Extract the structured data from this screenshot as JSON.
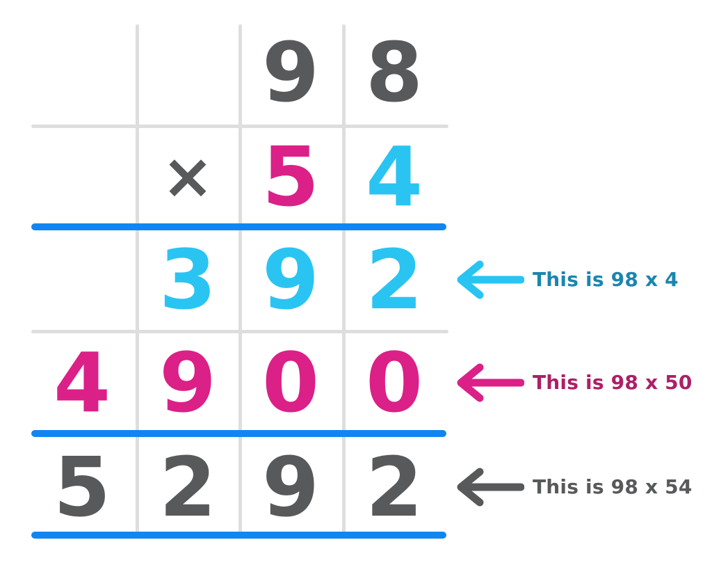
{
  "colors": {
    "bg": "#ffffff",
    "gray": "#58595B",
    "grid": "#DEDEDE",
    "blue": "#1186F2",
    "cyan": "#29C4F2",
    "teal": "#1B86AE",
    "pink": "#DB2088",
    "darkpink": "#AC2066"
  },
  "problem": {
    "rows": [
      {
        "name": "multiplicand",
        "cells": [
          {
            "digit": "9"
          },
          {
            "digit": "8"
          }
        ]
      },
      {
        "name": "multiplier",
        "cells": [
          {
            "digit": "×"
          },
          {
            "digit": "5"
          },
          {
            "digit": "4"
          }
        ]
      },
      {
        "name": "partial-product-1",
        "cells": [
          {
            "digit": "3"
          },
          {
            "digit": "9"
          },
          {
            "digit": "2"
          }
        ]
      },
      {
        "name": "partial-product-2",
        "cells": [
          {
            "digit": "4"
          },
          {
            "digit": "9"
          },
          {
            "digit": "0"
          },
          {
            "digit": "0"
          }
        ]
      },
      {
        "name": "final-product",
        "cells": [
          {
            "digit": "5"
          },
          {
            "digit": "2"
          },
          {
            "digit": "9"
          },
          {
            "digit": "2"
          }
        ]
      }
    ]
  },
  "annotations": [
    {
      "label": "This is 98 x 4"
    },
    {
      "label": "This is 98 x 50"
    },
    {
      "label": "This is 98 x 54"
    }
  ]
}
